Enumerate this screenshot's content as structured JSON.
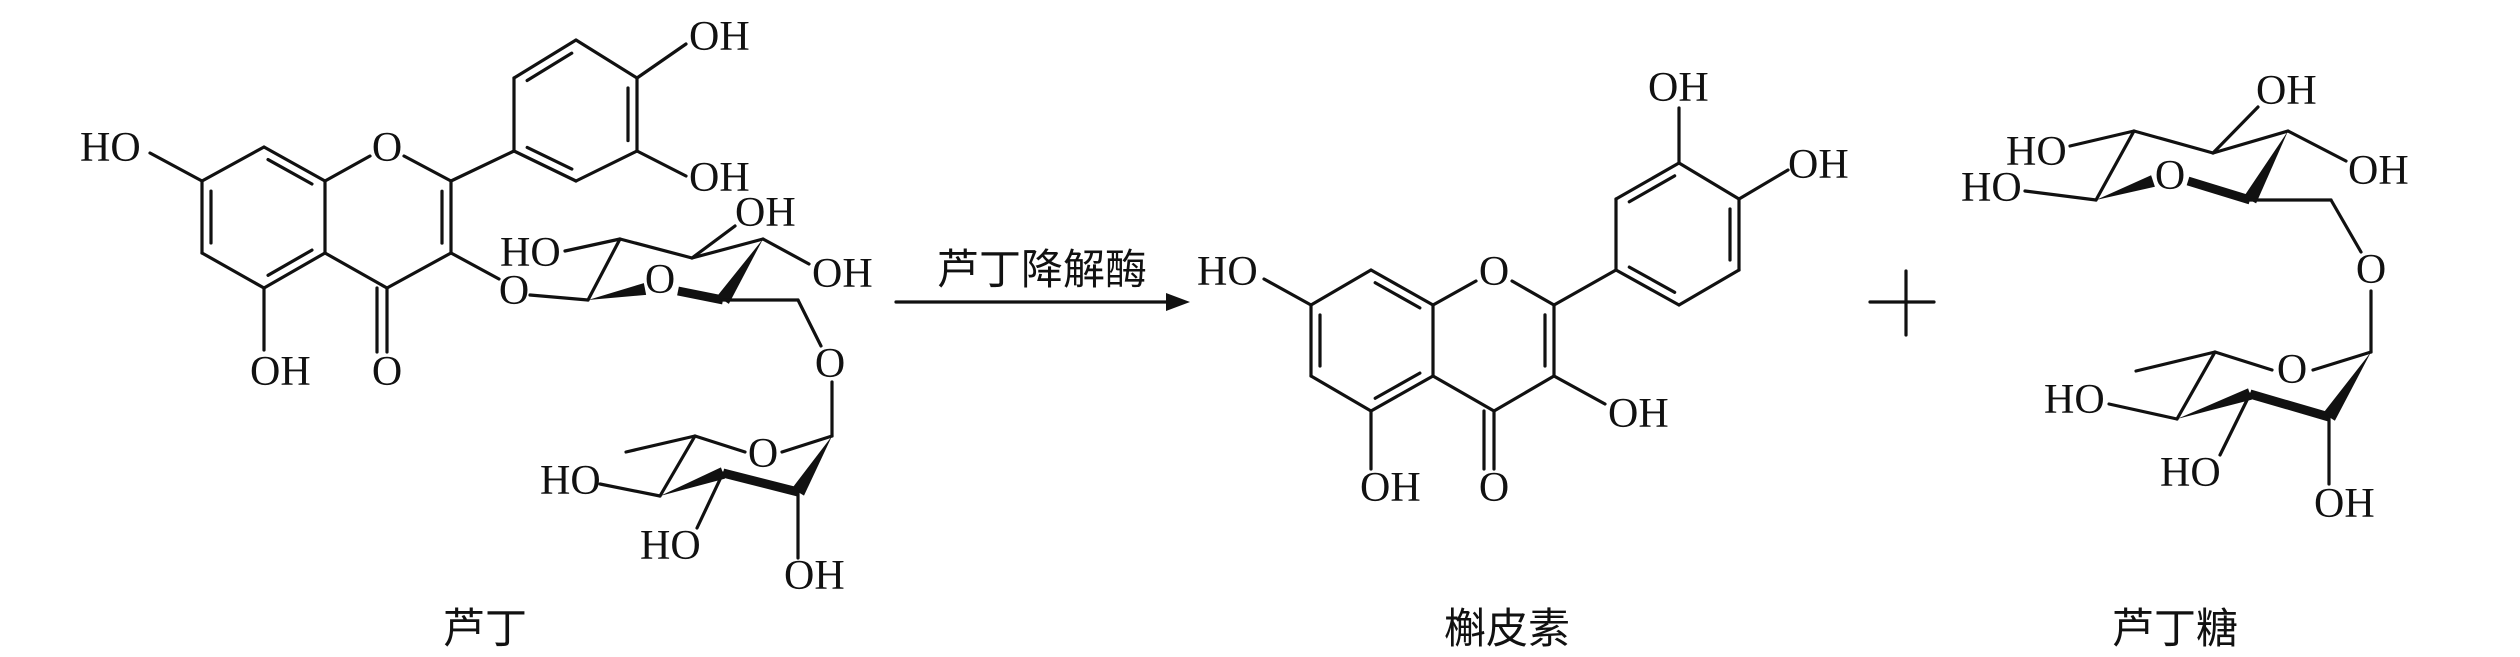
{
  "reaction": {
    "enzyme_label": "芦丁降解酶"
  },
  "compounds": [
    {
      "name": "芦丁",
      "atom_labels": [
        "HO",
        "OH",
        "O",
        "O",
        "OH",
        "OH",
        "O",
        "O",
        "HO",
        "OH",
        "OH",
        "O",
        "O",
        "HO",
        "HO",
        "OH"
      ]
    },
    {
      "name": "槲皮素",
      "atom_labels": [
        "HO",
        "O",
        "OH",
        "O",
        "OH",
        "OH",
        "OH"
      ]
    },
    {
      "name": "芦丁糖",
      "atom_labels": [
        "HO",
        "HO",
        "O",
        "OH",
        "OH",
        "O",
        "O",
        "HO",
        "HO",
        "OH"
      ]
    }
  ]
}
